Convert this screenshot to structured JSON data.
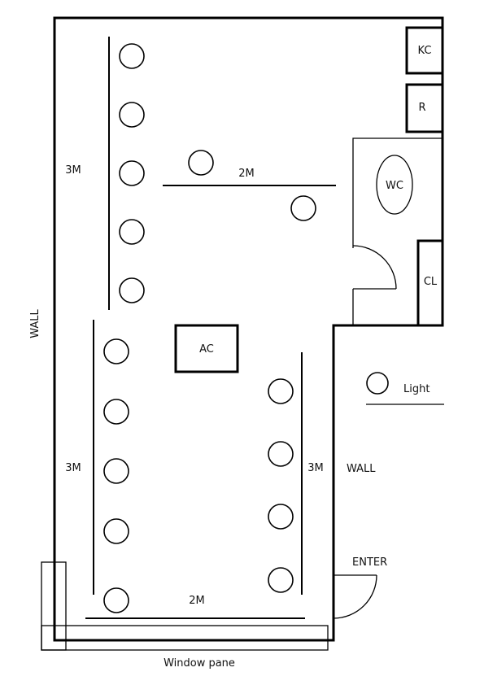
{
  "labels": {
    "wall_left": "WALL",
    "wall_right": "WALL",
    "enter": "ENTER",
    "window_pane": "Window pane",
    "kc": "KC",
    "r": "R",
    "wc": "WC",
    "cl": "CL",
    "ac": "AC",
    "legend_light": "Light",
    "track_left_top": "3M",
    "track_left_bottom": "3M",
    "track_right": "3M",
    "track_top": "2M",
    "track_bottom": "2M"
  },
  "colors": {
    "stroke": "#000000",
    "background": "#ffffff"
  },
  "icons": {
    "light_fixture": "circle-light-icon"
  }
}
